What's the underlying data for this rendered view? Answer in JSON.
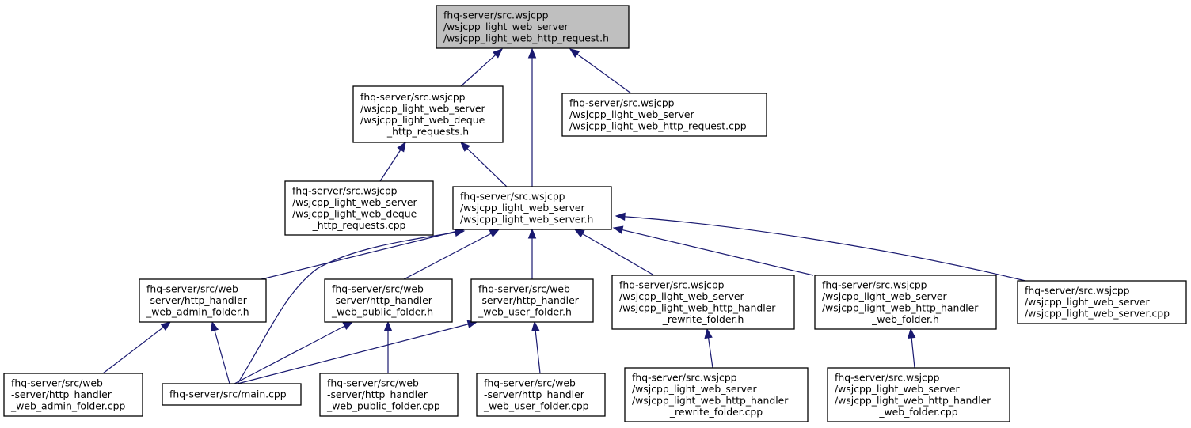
{
  "nodes": {
    "root": {
      "lines": [
        "fhq-server/src.wsjcpp",
        "/wsjcpp_light_web_server",
        "/wsjcpp_light_web_http_request.h"
      ],
      "align": "start",
      "highlighted": true
    },
    "deque_h": {
      "lines": [
        "fhq-server/src.wsjcpp",
        "/wsjcpp_light_web_server",
        "/wsjcpp_light_web_deque",
        "_http_requests.h"
      ],
      "align": "start"
    },
    "http_request_cpp": {
      "lines": [
        "fhq-server/src.wsjcpp",
        "/wsjcpp_light_web_server",
        "/wsjcpp_light_web_http_request.cpp"
      ],
      "align": "start"
    },
    "deque_cpp": {
      "lines": [
        "fhq-server/src.wsjcpp",
        "/wsjcpp_light_web_server",
        "/wsjcpp_light_web_deque",
        "_http_requests.cpp"
      ],
      "align": "start"
    },
    "server_h": {
      "lines": [
        "fhq-server/src.wsjcpp",
        "/wsjcpp_light_web_server",
        "/wsjcpp_light_web_server.h"
      ],
      "align": "start"
    },
    "admin_h": {
      "lines": [
        "fhq-server/src/web",
        "-server/http_handler",
        "_web_admin_folder.h"
      ],
      "align": "start"
    },
    "public_h": {
      "lines": [
        "fhq-server/src/web",
        "-server/http_handler",
        "_web_public_folder.h"
      ],
      "align": "start"
    },
    "user_h": {
      "lines": [
        "fhq-server/src/web",
        "-server/http_handler",
        "_web_user_folder.h"
      ],
      "align": "start"
    },
    "rewrite_h": {
      "lines": [
        "fhq-server/src.wsjcpp",
        "/wsjcpp_light_web_server",
        "/wsjcpp_light_web_http_handler",
        "_rewrite_folder.h"
      ],
      "align": "start"
    },
    "webfolder_h": {
      "lines": [
        "fhq-server/src.wsjcpp",
        "/wsjcpp_light_web_server",
        "/wsjcpp_light_web_http_handler",
        "_web_folder.h"
      ],
      "align": "start"
    },
    "server_cpp": {
      "lines": [
        "fhq-server/src.wsjcpp",
        "/wsjcpp_light_web_server",
        "/wsjcpp_light_web_server.cpp"
      ],
      "align": "start"
    },
    "admin_cpp": {
      "lines": [
        "fhq-server/src/web",
        "-server/http_handler",
        "_web_admin_folder.cpp"
      ],
      "align": "start"
    },
    "main_cpp": {
      "lines": [
        "fhq-server/src/main.cpp"
      ],
      "align": "start"
    },
    "public_cpp": {
      "lines": [
        "fhq-server/src/web",
        "-server/http_handler",
        "_web_public_folder.cpp"
      ],
      "align": "start"
    },
    "user_cpp": {
      "lines": [
        "fhq-server/src/web",
        "-server/http_handler",
        "_web_user_folder.cpp"
      ],
      "align": "start"
    },
    "rewrite_cpp": {
      "lines": [
        "fhq-server/src.wsjcpp",
        "/wsjcpp_light_web_server",
        "/wsjcpp_light_web_http_handler",
        "_rewrite_folder.cpp"
      ],
      "align": "start"
    },
    "webfolder_cpp": {
      "lines": [
        "fhq-server/src.wsjcpp",
        "/wsjcpp_light_web_server",
        "/wsjcpp_light_web_http_handler",
        "_web_folder.cpp"
      ],
      "align": "start"
    }
  },
  "edges": [
    {
      "from": "deque_h",
      "to": "root"
    },
    {
      "from": "http_request_cpp",
      "to": "root"
    },
    {
      "from": "server_h",
      "to": "root"
    },
    {
      "from": "deque_cpp",
      "to": "deque_h"
    },
    {
      "from": "server_h",
      "to": "deque_h"
    },
    {
      "from": "admin_h",
      "to": "server_h"
    },
    {
      "from": "main_cpp",
      "to": "server_h"
    },
    {
      "from": "public_h",
      "to": "server_h"
    },
    {
      "from": "user_h",
      "to": "server_h"
    },
    {
      "from": "rewrite_h",
      "to": "server_h"
    },
    {
      "from": "webfolder_h",
      "to": "server_h"
    },
    {
      "from": "server_cpp",
      "to": "server_h"
    },
    {
      "from": "admin_cpp",
      "to": "admin_h"
    },
    {
      "from": "main_cpp",
      "to": "admin_h"
    },
    {
      "from": "main_cpp",
      "to": "public_h"
    },
    {
      "from": "public_cpp",
      "to": "public_h"
    },
    {
      "from": "main_cpp",
      "to": "user_h"
    },
    {
      "from": "user_cpp",
      "to": "user_h"
    },
    {
      "from": "rewrite_cpp",
      "to": "rewrite_h"
    },
    {
      "from": "webfolder_cpp",
      "to": "webfolder_h"
    }
  ],
  "colors": {
    "edge": "#191970",
    "root_fill": "#bfbfbf",
    "node_fill": "#ffffff",
    "node_border": "#000000"
  }
}
